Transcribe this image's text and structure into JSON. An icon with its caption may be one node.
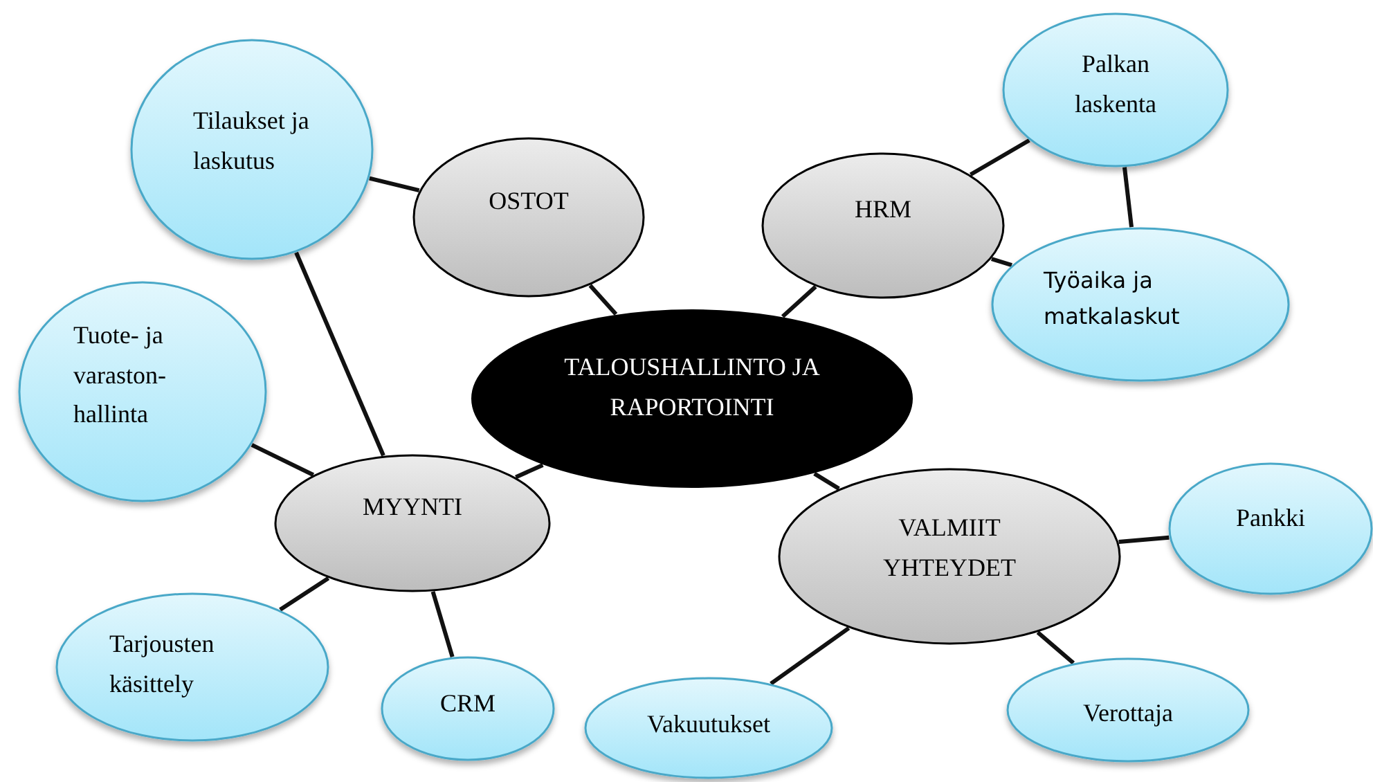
{
  "diagram": {
    "nodes": [
      {
        "text": [
          "TALOUSHALLINTO JA RAPORTOINTI"
        ]
      },
      {
        "text": [
          "OSTOT"
        ]
      },
      {
        "text": [
          "Tilaukset ja laskutus"
        ]
      },
      {
        "text": [
          "HRM"
        ]
      },
      {
        "text": [
          "Palkan laskenta"
        ]
      },
      {
        "text": [
          "Työaika ja matkalaskut"
        ]
      },
      {
        "text": [
          "Tuote- ja varaston- hallinta"
        ]
      },
      {
        "text": [
          "MYYNTI"
        ]
      },
      {
        "text": [
          "VALMIIT YHTEYDET"
        ]
      },
      {
        "text": [
          "Pankki"
        ]
      },
      {
        "text": [
          "Tarjousten käsittely"
        ]
      },
      {
        "text": [
          "CRM"
        ]
      },
      {
        "text": [
          "Vakuutukset"
        ]
      },
      {
        "text": [
          "Verottaja"
        ]
      }
    ],
    "edges": [
      {
        "from": 1,
        "to": 2,
        "arrow": "none"
      },
      {
        "from": 0,
        "to": 1,
        "arrow": "none"
      },
      {
        "from": 2,
        "to": 7,
        "arrow": "none"
      },
      {
        "from": 0,
        "to": 3,
        "arrow": "none"
      },
      {
        "from": 3,
        "to": 4,
        "arrow": "none"
      },
      {
        "from": 3,
        "to": 5,
        "arrow": "none"
      },
      {
        "from": 4,
        "to": 5,
        "arrow": "none"
      },
      {
        "from": 0,
        "to": 7,
        "arrow": "none"
      },
      {
        "from": 6,
        "to": 7,
        "arrow": "none"
      },
      {
        "from": 7,
        "to": 10,
        "arrow": "none"
      },
      {
        "from": 7,
        "to": 11,
        "arrow": "none"
      },
      {
        "from": 0,
        "to": 8,
        "arrow": "none"
      },
      {
        "from": 8,
        "to": 9,
        "arrow": "none"
      },
      {
        "from": 8,
        "to": 12,
        "arrow": "none"
      },
      {
        "from": 8,
        "to": 13,
        "arrow": "none"
      }
    ]
  }
}
